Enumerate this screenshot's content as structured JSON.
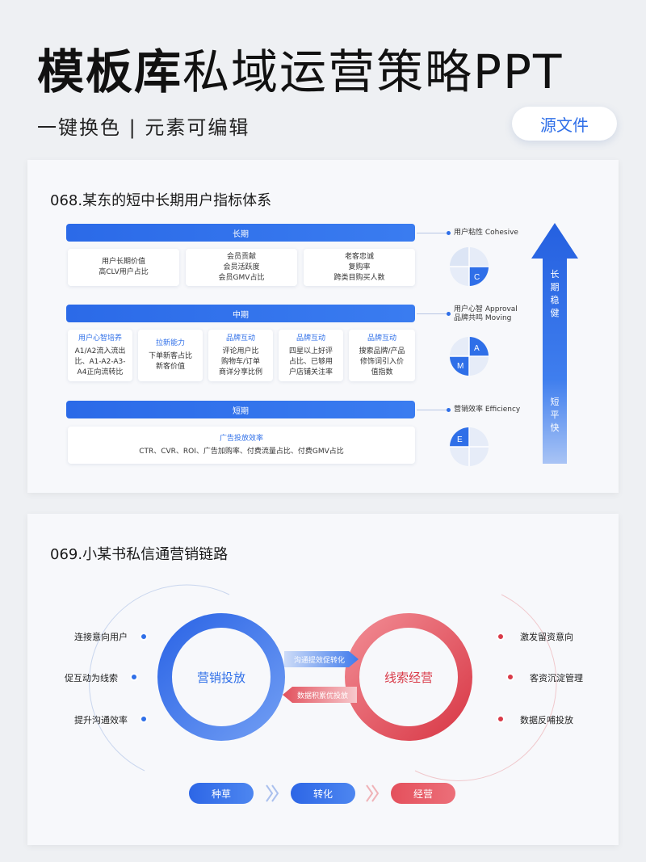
{
  "header": {
    "title_bold": "模板库",
    "title_rest": "私域运营策略PPT",
    "subtitle": "一键换色 | 元素可编辑",
    "source_button": "源文件"
  },
  "slide1": {
    "title": "068.某东的短中长期用户指标体系",
    "long_bar": "长期",
    "long_cells": [
      {
        "lines": [
          "用户长期价值",
          "高CLV用户占比"
        ]
      },
      {
        "lines": [
          "会员贡献",
          "会员活跃度",
          "会员GMV占比"
        ]
      },
      {
        "lines": [
          "老客忠诚",
          "复购率",
          "跨类目购买人数"
        ]
      }
    ],
    "mid_bar": "中期",
    "mid_cells": [
      {
        "title": "用户心智培养",
        "lines": [
          "A1/A2流入流出",
          "比、A1-A2-A3-",
          "A4正向流转比"
        ]
      },
      {
        "title": "拉新能力",
        "lines": [
          "下单新客占比",
          "新客价值"
        ]
      },
      {
        "title": "品牌互动",
        "lines": [
          "评论用户比",
          "购物车/订单",
          "商详分享比例"
        ]
      },
      {
        "title": "品牌互动",
        "lines": [
          "四星以上好评",
          "占比、已够用",
          "户店铺关注率"
        ]
      },
      {
        "title": "品牌互动",
        "lines": [
          "搜索品牌/产品",
          "修饰词引入价",
          "值指数"
        ]
      }
    ],
    "short_bar": "短期",
    "short_cell": {
      "title": "广告投放效率",
      "lines": [
        "CTR、CVR、ROI、广告加购率、付费流量占比、付费GMV占比"
      ]
    },
    "right_labels": {
      "cohesive": "用户粘性 Cohesive",
      "approval_1": "用户心智 Approval",
      "approval_2": "品牌共鸣 Moving",
      "efficiency": "营销效率 Efficiency"
    },
    "quad_letters": {
      "c": "C",
      "a": "A",
      "m": "M",
      "e": "E"
    },
    "arrow_top": "长期稳健",
    "arrow_bottom": "短平快"
  },
  "slide2": {
    "title": "069.小某书私信通营销链路",
    "left_ring": "营销投放",
    "right_ring": "线索经营",
    "forward_arrow": "沟通提效促转化",
    "back_arrow": "数据积累优投放",
    "left_items": [
      "连接意向用户",
      "促互动为线索",
      "提升沟通效率"
    ],
    "right_items": [
      "激发留资意向",
      "客资沉淀管理",
      "数据反哺投放"
    ],
    "steps": [
      "种草",
      "转化",
      "经营"
    ]
  },
  "colors": {
    "blue": "#2f6fe8",
    "red": "#e0505c",
    "bg": "#eef0f3"
  }
}
